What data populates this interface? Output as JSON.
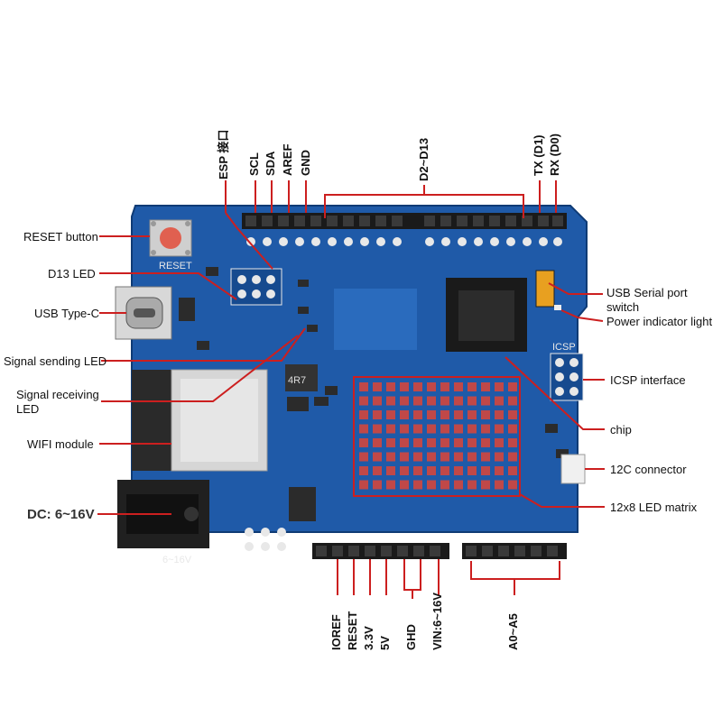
{
  "colors": {
    "board": "#1f5aa8",
    "board_dark": "#164a8f",
    "callout": "#cc1f1f",
    "header": "#1a1a1a",
    "led_matrix": "#c04848"
  },
  "labels": {
    "reset_button": "RESET button",
    "d13_led": "D13 LED",
    "usb_type_c": "USB Type-C",
    "signal_sending_led": "Signal sending LED",
    "signal_receiving_led_1": "Signal receiving",
    "signal_receiving_led_2": "LED",
    "wifi_module": "WIFI module",
    "dc_power": "DC: 6~16V",
    "usb_serial_switch_1": "USB Serial port",
    "usb_serial_switch_2": "switch",
    "power_indicator": "Power indicator light",
    "icsp_interface": "ICSP interface",
    "chip": "chip",
    "i2c_connector": "12C connector",
    "led_matrix": "12x8 LED matrix"
  },
  "top_pins": {
    "esp": "ESP 接口",
    "scl": "SCL",
    "sda": "SDA",
    "aref": "AREF",
    "gnd": "GND",
    "d2_d13": "D2~D13",
    "tx": "TX (D1)",
    "rx": "RX (D0)"
  },
  "bottom_pins": {
    "ioref": "IOREF",
    "reset": "RESET",
    "v33": "3.3V",
    "v5": "5V",
    "gnd": "GHD",
    "vin": "VIN:6~16V",
    "a0_a5": "A0~A5"
  },
  "board_text": {
    "reset_silk": "RESET",
    "icsp_silk": "ICSP",
    "dc_silk": "6~16V",
    "inductor": "4R7"
  }
}
